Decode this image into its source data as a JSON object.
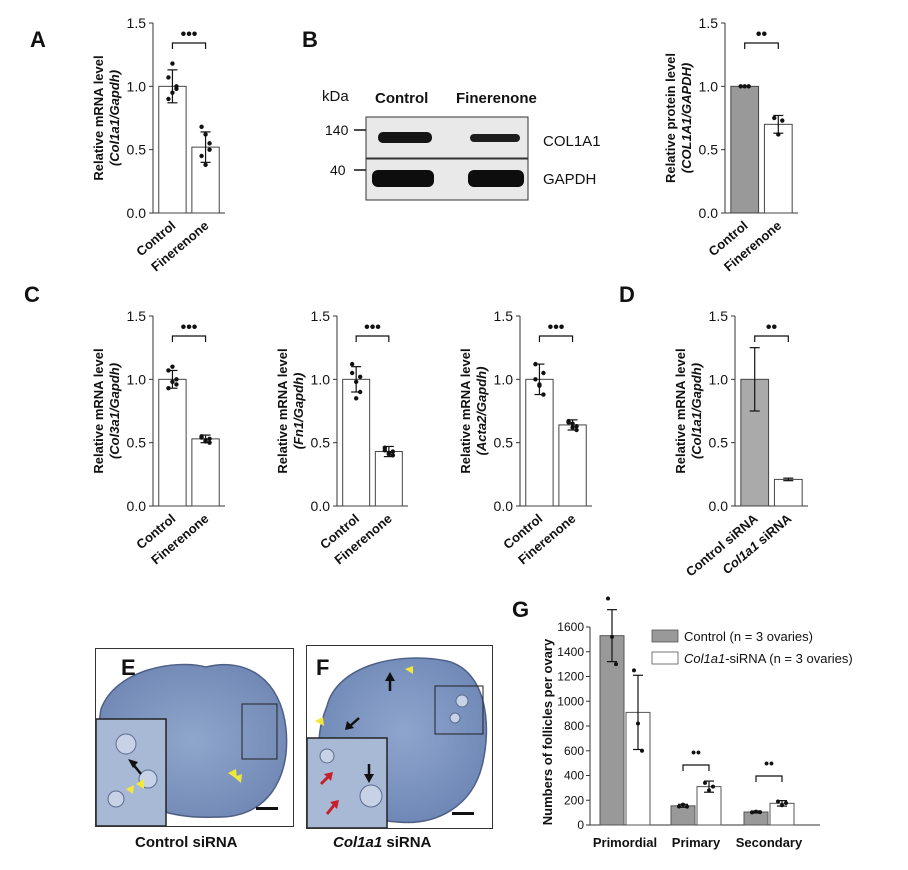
{
  "panels": {
    "A": {
      "letter": "A",
      "ylabel_main": "Relative mRNA level",
      "ylabel_sub": "(Col1a1/Gapdh)",
      "sig": "•••",
      "chart_data": {
        "type": "bar",
        "categories": [
          "Control",
          "Finerenone"
        ],
        "values": [
          1.0,
          0.52
        ],
        "errors": [
          0.13,
          0.12
        ],
        "points": [
          [
            1.07,
            0.95,
            1.0,
            0.9,
            1.18,
            0.98
          ],
          [
            0.68,
            0.62,
            0.5,
            0.45,
            0.38,
            0.55
          ]
        ],
        "ylim": [
          0,
          1.5
        ],
        "yticks": [
          "0.0",
          "0.5",
          "1.0",
          "1.5"
        ]
      }
    },
    "B": {
      "letter": "B",
      "blot": {
        "kda_label": "kDa",
        "lane_labels": [
          "Control",
          "Finerenone"
        ],
        "markers": [
          "140",
          "40"
        ],
        "bands": [
          "COL1A1",
          "GAPDH"
        ]
      },
      "ylabel_main": "Relative protein level",
      "ylabel_sub": "(COL1A1/GAPDH)",
      "sig": "••",
      "chart_data": {
        "type": "bar",
        "categories": [
          "Control",
          "Finerenone"
        ],
        "values": [
          1.0,
          0.7
        ],
        "errors": [
          0.0,
          0.07
        ],
        "points": [
          [
            1.0,
            1.0,
            1.0
          ],
          [
            0.75,
            0.62,
            0.73
          ]
        ],
        "ylim": [
          0,
          1.5
        ],
        "yticks": [
          "0.0",
          "0.5",
          "1.0",
          "1.5"
        ]
      }
    },
    "C": {
      "letter": "C",
      "sig": "•••",
      "charts": [
        {
          "ylabel_main": "Relative mRNA level",
          "ylabel_sub": "(Col3a1/Gapdh)",
          "chart_data": {
            "type": "bar",
            "categories": [
              "Control",
              "Finerenone"
            ],
            "values": [
              1.0,
              0.53
            ],
            "errors": [
              0.07,
              0.03
            ],
            "points": [
              [
                1.07,
                0.98,
                0.96,
                0.93,
                1.1,
                1.0
              ],
              [
                0.55,
                0.52,
                0.5,
                0.54,
                0.51,
                0.53
              ]
            ],
            "ylim": [
              0,
              1.5
            ],
            "yticks": [
              "0.0",
              "0.5",
              "1.0",
              "1.5"
            ]
          }
        },
        {
          "ylabel_main": "Relative mRNA level",
          "ylabel_sub": "(Fn1/Gapdh)",
          "chart_data": {
            "type": "bar",
            "categories": [
              "Control",
              "Finerenone"
            ],
            "values": [
              1.0,
              0.43
            ],
            "errors": [
              0.1,
              0.04
            ],
            "points": [
              [
                1.12,
                0.98,
                0.9,
                1.05,
                0.85,
                1.02
              ],
              [
                0.46,
                0.42,
                0.4,
                0.44,
                0.41,
                0.43
              ]
            ],
            "ylim": [
              0,
              1.5
            ],
            "yticks": [
              "0.0",
              "0.5",
              "1.0",
              "1.5"
            ]
          }
        },
        {
          "ylabel_main": "Relative mRNA level",
          "ylabel_sub": "(Acta2/Gapdh)",
          "chart_data": {
            "type": "bar",
            "categories": [
              "Control",
              "Finerenone"
            ],
            "values": [
              1.0,
              0.64
            ],
            "errors": [
              0.12,
              0.04
            ],
            "points": [
              [
                1.12,
                0.95,
                0.88,
                1.0,
                0.96,
                1.05
              ],
              [
                0.66,
                0.62,
                0.6,
                0.67,
                0.65,
                0.63
              ]
            ],
            "ylim": [
              0,
              1.5
            ],
            "yticks": [
              "0.0",
              "0.5",
              "1.0",
              "1.5"
            ]
          }
        }
      ]
    },
    "D": {
      "letter": "D",
      "ylabel_main": "Relative mRNA level",
      "ylabel_sub": "(Col1a1/Gapdh)",
      "sig": "••",
      "chart_data": {
        "type": "bar",
        "categories": [
          "Control siRNA",
          "Col1a1 siRNA"
        ],
        "values": [
          1.0,
          0.21
        ],
        "errors": [
          0.25,
          0.01
        ],
        "points": [
          [],
          []
        ],
        "ylim": [
          0,
          1.5
        ],
        "yticks": [
          "0.0",
          "0.5",
          "1.0",
          "1.5"
        ]
      }
    },
    "E": {
      "letter": "E",
      "caption": "Control siRNA"
    },
    "F": {
      "letter": "F",
      "caption_italic": "Col1a1",
      "caption_rest": " siRNA"
    },
    "G": {
      "letter": "G",
      "ylabel": "Numbers of follicles per ovary",
      "legend": [
        "Control (n = 3 ovaries)",
        "Col1a1",
        "-siRNA (n = 3 ovaries)"
      ],
      "sig": [
        "••",
        "••"
      ],
      "chart_data": {
        "type": "bar",
        "categories": [
          "Primordial",
          "Primary",
          "Secondary"
        ],
        "series": [
          {
            "name": "Control (n = 3 ovaries)",
            "values": [
              1530,
              155,
              105
            ],
            "errors": [
              210,
              12,
              8
            ],
            "points": [
              [
                1830,
                1520,
                1300
              ],
              [
                150,
                165,
                148
              ],
              [
                102,
                108,
                104
              ]
            ]
          },
          {
            "name": "Col1a1-siRNA (n = 3 ovaries)",
            "values": [
              910,
              310,
              175
            ],
            "errors": [
              300,
              45,
              22
            ],
            "points": [
              [
                1250,
                820,
                600
              ],
              [
                340,
                280,
                310
              ],
              [
                190,
                160,
                178
              ]
            ]
          }
        ],
        "ylim": [
          0,
          1600
        ],
        "yticks": [
          "0",
          "200",
          "400",
          "600",
          "800",
          "1000",
          "1200",
          "1400",
          "1600"
        ]
      }
    }
  }
}
